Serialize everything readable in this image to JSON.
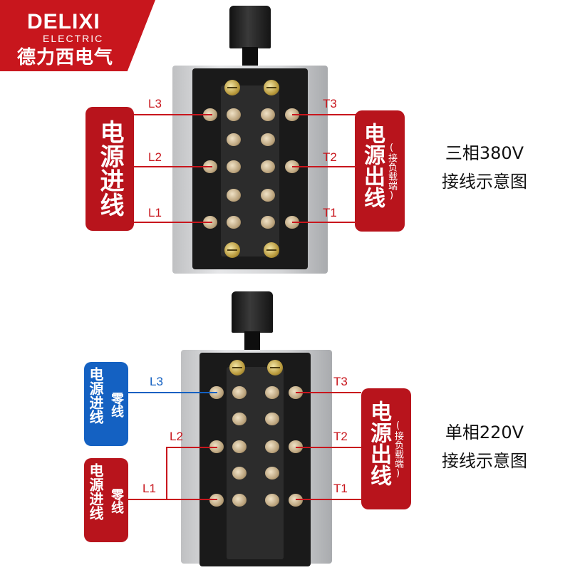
{
  "logo": {
    "brand": "DELIXI",
    "sub": "ELECTRIC",
    "cn": "德力西电气"
  },
  "diagram1": {
    "left_label": "电源进线",
    "right_label": "电源出线",
    "right_note": "(接负载端)",
    "inputs": [
      "L3",
      "L2",
      "L1"
    ],
    "outputs": [
      "T3",
      "T2",
      "T1"
    ],
    "caption_line1": "三相380V",
    "caption_line2": "接线示意图"
  },
  "diagram2": {
    "top_left_label": "电源进线",
    "top_left_sub": "零线",
    "bottom_left_label": "电源进线",
    "bottom_left_sub": "零线",
    "right_label": "电源出线",
    "right_note": "(接负载端)",
    "inputs": [
      "L3",
      "L2",
      "L1"
    ],
    "outputs": [
      "T3",
      "T2",
      "T1"
    ],
    "caption_line1": "单相220V",
    "caption_line2": "接线示意图"
  },
  "colors": {
    "brand_red": "#c8161d",
    "neutral_blue": "#1461c2"
  }
}
